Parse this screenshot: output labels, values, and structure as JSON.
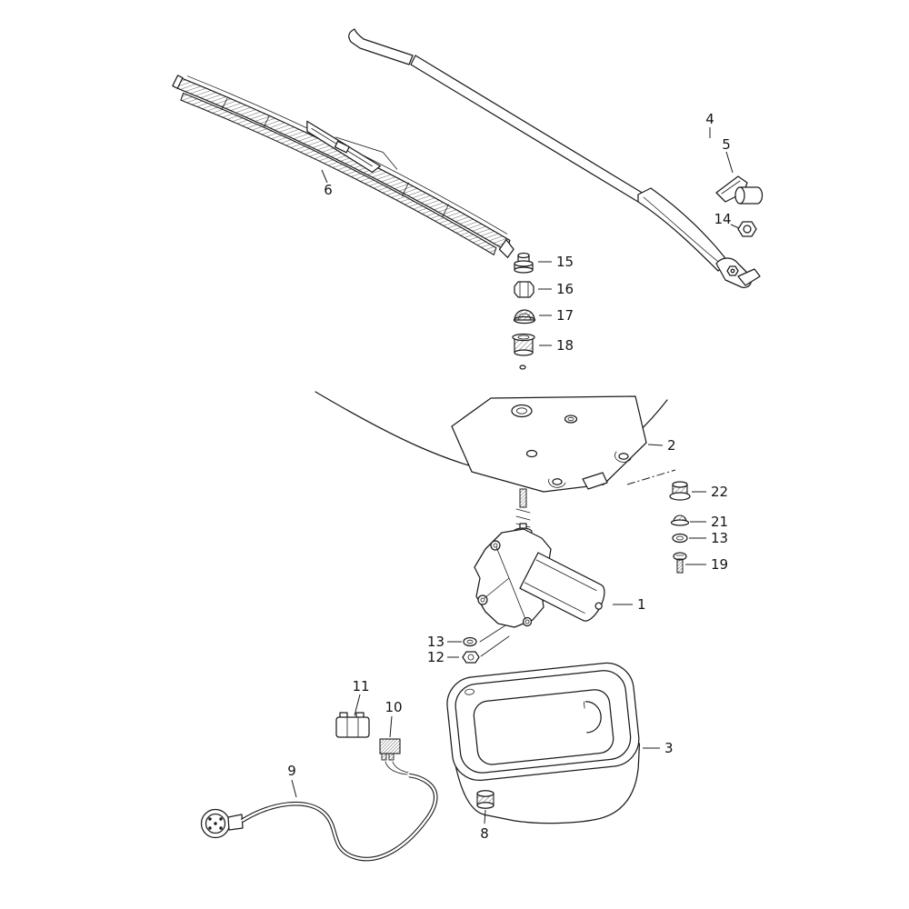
{
  "diagram": {
    "type": "exploded-parts-diagram",
    "subject": "rear-window-wiper-assembly",
    "background_color": "#ffffff",
    "line_color": "#1c1c1c",
    "callouts": [
      {
        "text": "6",
        "target": "wiper-blade"
      },
      {
        "text": "4",
        "target": "wiper-arm-assembly"
      },
      {
        "text": "5",
        "target": "arm-cap"
      },
      {
        "text": "14",
        "target": "hex-nut"
      },
      {
        "text": "15",
        "target": "shaft-cap"
      },
      {
        "text": "16",
        "target": "hex-nut"
      },
      {
        "text": "17",
        "target": "rubber-grommet"
      },
      {
        "text": "18",
        "target": "bushing"
      },
      {
        "text": "2",
        "target": "mounting-plate"
      },
      {
        "text": "22",
        "target": "cap-nut"
      },
      {
        "text": "21",
        "target": "bushing-nut"
      },
      {
        "text": "13",
        "target": "washer"
      },
      {
        "text": "19",
        "target": "screw"
      },
      {
        "text": "1",
        "target": "wiper-motor"
      },
      {
        "text": "13",
        "target": "washer"
      },
      {
        "text": "12",
        "target": "hex-nut"
      },
      {
        "text": "11",
        "target": "connector-housing"
      },
      {
        "text": "10",
        "target": "connector"
      },
      {
        "text": "9",
        "target": "wiring-harness"
      },
      {
        "text": "3",
        "target": "protective-housing"
      },
      {
        "text": "8",
        "target": "grommet"
      }
    ]
  }
}
